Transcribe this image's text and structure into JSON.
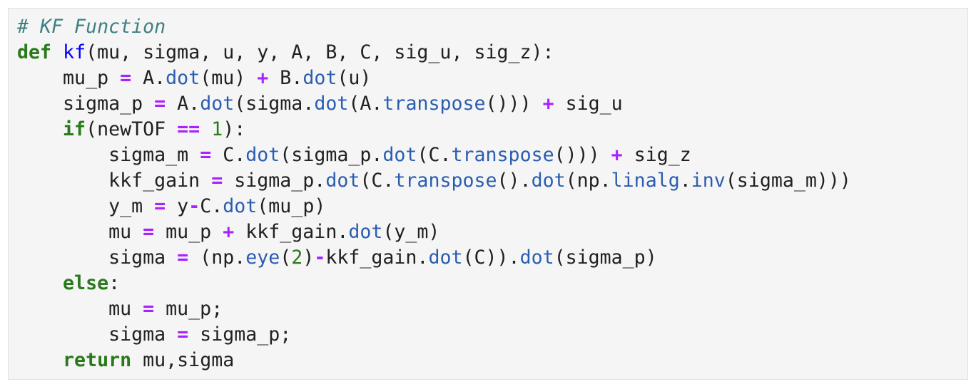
{
  "code_cell": {
    "lines": [
      {
        "tokens": [
          [
            "# KF Function",
            "c"
          ]
        ]
      },
      {
        "tokens": [
          [
            "def",
            "k"
          ],
          [
            " ",
            "t"
          ],
          [
            "kf",
            "f"
          ],
          [
            "(mu, sigma, u, y, A, B, C, sig_u, sig_z):",
            "t"
          ]
        ]
      },
      {
        "tokens": [
          [
            "    mu_p ",
            "t"
          ],
          [
            "=",
            "o"
          ],
          [
            " A.",
            "t"
          ],
          [
            "dot",
            "a"
          ],
          [
            "(mu) ",
            "t"
          ],
          [
            "+",
            "o"
          ],
          [
            " B.",
            "t"
          ],
          [
            "dot",
            "a"
          ],
          [
            "(u)",
            "t"
          ]
        ]
      },
      {
        "tokens": [
          [
            "    sigma_p ",
            "t"
          ],
          [
            "=",
            "o"
          ],
          [
            " A.",
            "t"
          ],
          [
            "dot",
            "a"
          ],
          [
            "(sigma.",
            "t"
          ],
          [
            "dot",
            "a"
          ],
          [
            "(A.",
            "t"
          ],
          [
            "transpose",
            "a"
          ],
          [
            "())) ",
            "t"
          ],
          [
            "+",
            "o"
          ],
          [
            " sig_u",
            "t"
          ]
        ]
      },
      {
        "tokens": [
          [
            "    ",
            "t"
          ],
          [
            "if",
            "k"
          ],
          [
            "(newTOF ",
            "t"
          ],
          [
            "==",
            "o"
          ],
          [
            " ",
            "t"
          ],
          [
            "1",
            "n"
          ],
          [
            "):",
            "t"
          ]
        ]
      },
      {
        "tokens": [
          [
            "        sigma_m ",
            "t"
          ],
          [
            "=",
            "o"
          ],
          [
            " C.",
            "t"
          ],
          [
            "dot",
            "a"
          ],
          [
            "(sigma_p.",
            "t"
          ],
          [
            "dot",
            "a"
          ],
          [
            "(C.",
            "t"
          ],
          [
            "transpose",
            "a"
          ],
          [
            "())) ",
            "t"
          ],
          [
            "+",
            "o"
          ],
          [
            " sig_z",
            "t"
          ]
        ]
      },
      {
        "tokens": [
          [
            "        kkf_gain ",
            "t"
          ],
          [
            "=",
            "o"
          ],
          [
            " sigma_p.",
            "t"
          ],
          [
            "dot",
            "a"
          ],
          [
            "(C.",
            "t"
          ],
          [
            "transpose",
            "a"
          ],
          [
            "().",
            "t"
          ],
          [
            "dot",
            "a"
          ],
          [
            "(np.",
            "t"
          ],
          [
            "linalg",
            "a"
          ],
          [
            ".",
            "t"
          ],
          [
            "inv",
            "a"
          ],
          [
            "(sigma_m)))",
            "t"
          ]
        ]
      },
      {
        "tokens": [
          [
            "        y_m ",
            "t"
          ],
          [
            "=",
            "o"
          ],
          [
            " y",
            "t"
          ],
          [
            "-",
            "o"
          ],
          [
            "C.",
            "t"
          ],
          [
            "dot",
            "a"
          ],
          [
            "(mu_p)",
            "t"
          ]
        ]
      },
      {
        "tokens": [
          [
            "        mu ",
            "t"
          ],
          [
            "=",
            "o"
          ],
          [
            " mu_p ",
            "t"
          ],
          [
            "+",
            "o"
          ],
          [
            " kkf_gain.",
            "t"
          ],
          [
            "dot",
            "a"
          ],
          [
            "(y_m)",
            "t"
          ]
        ]
      },
      {
        "tokens": [
          [
            "        sigma ",
            "t"
          ],
          [
            "=",
            "o"
          ],
          [
            " (np.",
            "t"
          ],
          [
            "eye",
            "a"
          ],
          [
            "(",
            "t"
          ],
          [
            "2",
            "n"
          ],
          [
            ")",
            "t"
          ],
          [
            "-",
            "o"
          ],
          [
            "kkf_gain.",
            "t"
          ],
          [
            "dot",
            "a"
          ],
          [
            "(C)).",
            "t"
          ],
          [
            "dot",
            "a"
          ],
          [
            "(sigma_p)",
            "t"
          ]
        ]
      },
      {
        "tokens": [
          [
            "    ",
            "t"
          ],
          [
            "else",
            "k"
          ],
          [
            ":",
            "t"
          ]
        ]
      },
      {
        "tokens": [
          [
            "        mu ",
            "t"
          ],
          [
            "=",
            "o"
          ],
          [
            " mu_p;",
            "t"
          ]
        ]
      },
      {
        "tokens": [
          [
            "        sigma ",
            "t"
          ],
          [
            "=",
            "o"
          ],
          [
            " sigma_p;",
            "t"
          ]
        ]
      },
      {
        "tokens": [
          [
            "    ",
            "t"
          ],
          [
            "return",
            "k"
          ],
          [
            " mu,sigma",
            "t"
          ]
        ]
      }
    ]
  }
}
